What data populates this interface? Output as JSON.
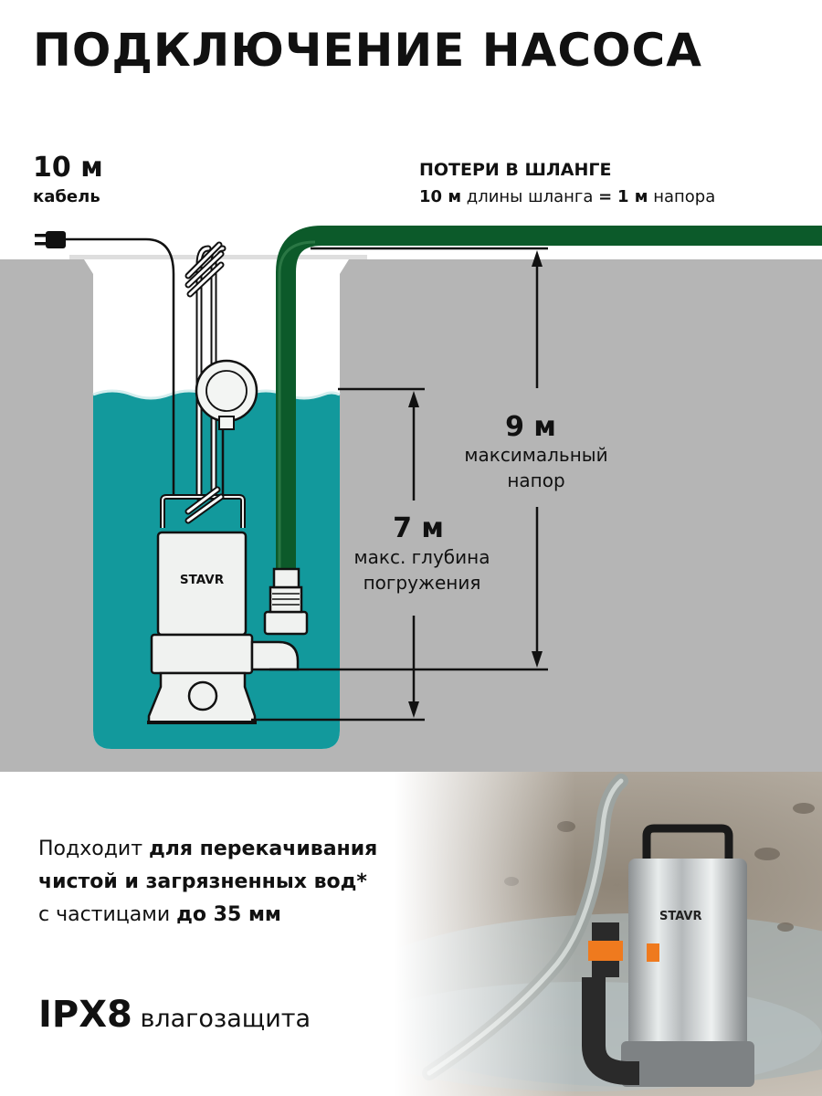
{
  "title": "ПОДКЛЮЧЕНИЕ НАСОСА",
  "cable": {
    "value": "10 м",
    "label": "кабель"
  },
  "losses": {
    "heading": "ПОТЕРИ В ШЛАНГЕ",
    "hose_value": "10 м",
    "hose_text": "длины шланга",
    "equals": "=",
    "head_value": "1 м",
    "head_text": "напора"
  },
  "max_head": {
    "value": "9 м",
    "line1": "максимальный",
    "line2": "напор"
  },
  "max_depth": {
    "value": "7 м",
    "line1": "макс. глубина",
    "line2": "погружения"
  },
  "pump_brand": "STAVR",
  "description": {
    "part1": "Подходит ",
    "part2_bold": "для перекачивания",
    "part3_bold": "чистой и загрязненных вод*",
    "part4": "с частицами ",
    "part5_bold": "до 35 мм"
  },
  "protection": {
    "code": "IPX8",
    "text": " влагозащита"
  },
  "colors": {
    "ground": "#b5b5b5",
    "water": "#12999c",
    "hose": "#0c5a2a",
    "pump_body": "#f0f2f0",
    "outline": "#111111"
  },
  "icons": [
    "plug-icon",
    "float-switch-icon",
    "pump-icon"
  ]
}
